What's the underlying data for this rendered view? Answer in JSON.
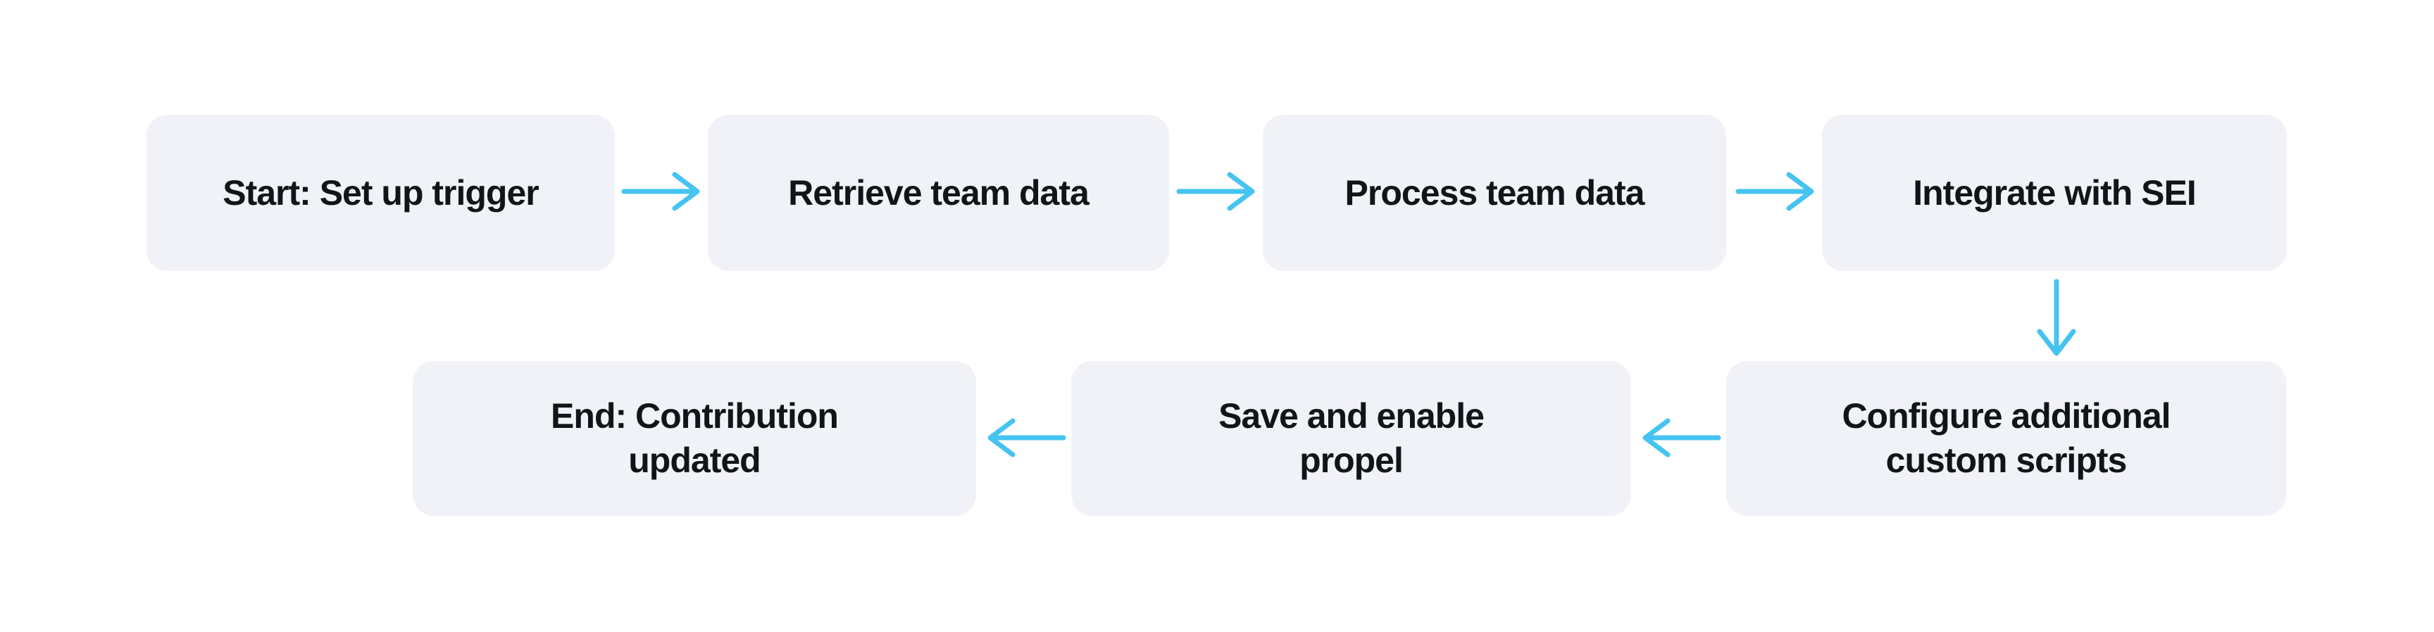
{
  "diagram": {
    "type": "flowchart",
    "nodes": [
      {
        "id": "start",
        "label": "Start: Set up trigger"
      },
      {
        "id": "retrieve",
        "label": "Retrieve team data"
      },
      {
        "id": "process",
        "label": "Process team data"
      },
      {
        "id": "integrate",
        "label": "Integrate with SEI"
      },
      {
        "id": "configure",
        "label": "Configure additional\ncustom scripts"
      },
      {
        "id": "save",
        "label": "Save and enable\npropel"
      },
      {
        "id": "end",
        "label": "End: Contribution\nupdated"
      }
    ],
    "edges": [
      {
        "from": "start",
        "to": "retrieve",
        "direction": "right"
      },
      {
        "from": "retrieve",
        "to": "process",
        "direction": "right"
      },
      {
        "from": "process",
        "to": "integrate",
        "direction": "right"
      },
      {
        "from": "integrate",
        "to": "configure",
        "direction": "down"
      },
      {
        "from": "configure",
        "to": "save",
        "direction": "left"
      },
      {
        "from": "save",
        "to": "end",
        "direction": "left"
      }
    ],
    "colors": {
      "background": "#ffffff",
      "node_fill": "#f1f2f7",
      "node_text": "#111418",
      "arrow": "#45c3f1"
    }
  }
}
